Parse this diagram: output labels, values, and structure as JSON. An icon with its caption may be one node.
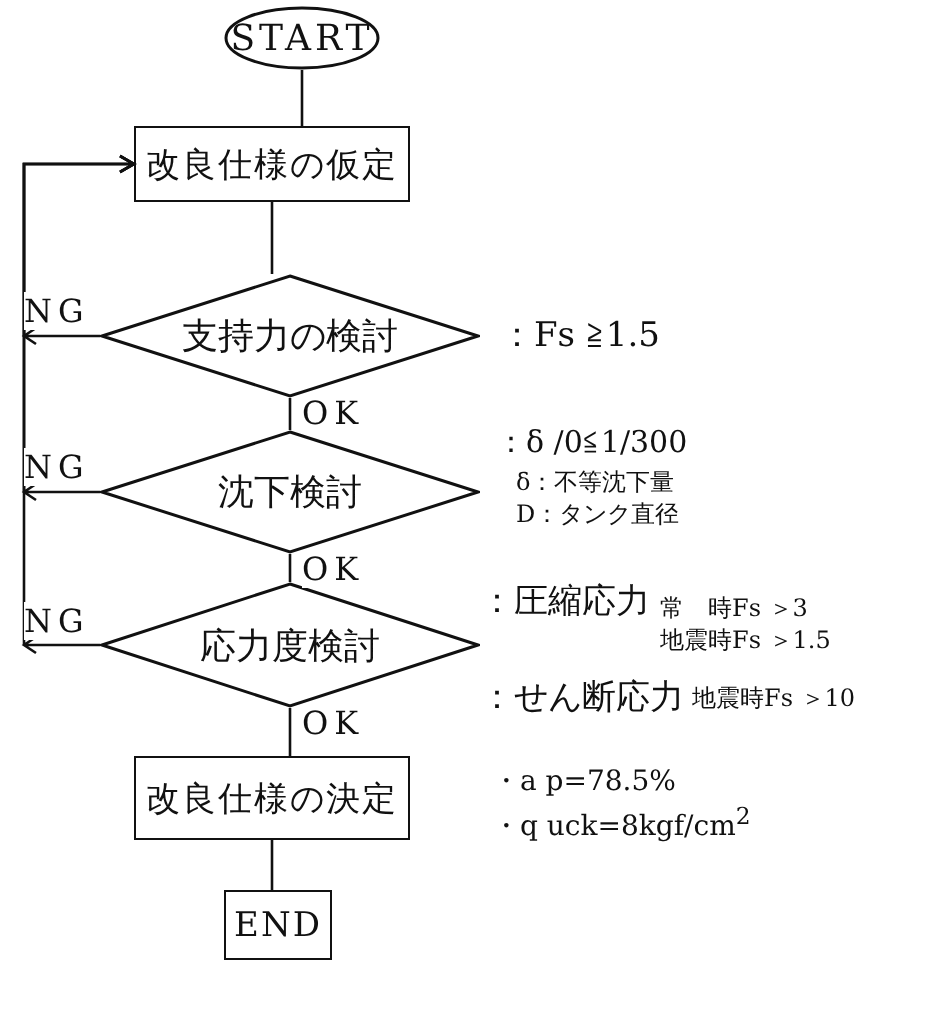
{
  "diagram": {
    "nodes": [
      {
        "text": [
          "START"
        ]
      },
      {
        "text": [
          "改良仕様の仮定"
        ]
      },
      {
        "text": [
          "支持力の検討"
        ],
        "beside": [
          "：Fs ≧1.5"
        ]
      },
      {
        "text": [
          "沈下検討"
        ],
        "beside": [
          "：δ /0≦1/300",
          "δ：不等沈下量",
          "D：タンク直径"
        ]
      },
      {
        "text": [
          "応力度検討"
        ],
        "beside": [
          "：圧縮応力",
          "常　時Fs ＞3",
          "地震時Fs ＞1.5",
          "：せん断応力",
          "地震時Fs ＞10"
        ]
      },
      {
        "text": [
          "改良仕様の決定"
        ],
        "beside": [
          "・a p=78.5%",
          "・q uck=8kgf/cm$^{2}$"
        ]
      },
      {
        "text": [
          "END"
        ]
      }
    ],
    "edges": [
      {
        "from": 0,
        "to": 1,
        "arrow": "none"
      },
      {
        "from": 1,
        "to": 2,
        "arrow": "none"
      },
      {
        "from": 2,
        "to": 3,
        "arrow": "none",
        "label": "OK"
      },
      {
        "from": 3,
        "to": 4,
        "arrow": "none",
        "label": "OK"
      },
      {
        "from": 4,
        "to": 5,
        "arrow": "none",
        "label": "OK"
      },
      {
        "from": 5,
        "to": 6,
        "arrow": "none"
      },
      {
        "from": 2,
        "to": 1,
        "arrow": "to",
        "label": "NG"
      },
      {
        "from": 3,
        "to": 1,
        "arrow": "to",
        "label": "NG"
      },
      {
        "from": 4,
        "to": 1,
        "arrow": "to",
        "label": "NG"
      }
    ]
  }
}
